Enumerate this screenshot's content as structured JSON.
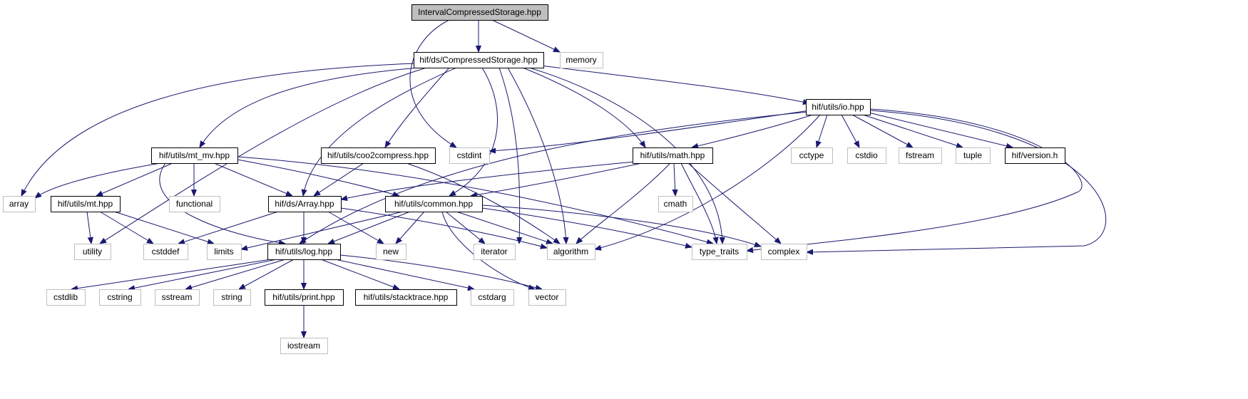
{
  "diagram": {
    "colors": {
      "edge": "#191970",
      "root_fill": "#bfbfbf",
      "root_border": "#000000",
      "internal_border": "#000000",
      "external_border": "#bfbfbf",
      "text": "#000000"
    },
    "nodes": {
      "ics": {
        "label": "IntervalCompressedStorage.hpp",
        "kind": "root"
      },
      "cs": {
        "label": "hif/ds/CompressedStorage.hpp",
        "kind": "internal"
      },
      "memory": {
        "label": "memory",
        "kind": "external"
      },
      "io": {
        "label": "hif/utils/io.hpp",
        "kind": "internal"
      },
      "mtmv": {
        "label": "hif/utils/mt_mv.hpp",
        "kind": "internal"
      },
      "coo2": {
        "label": "hif/utils/coo2compress.hpp",
        "kind": "internal"
      },
      "cstdint": {
        "label": "cstdint",
        "kind": "external"
      },
      "math": {
        "label": "hif/utils/math.hpp",
        "kind": "internal"
      },
      "cctype": {
        "label": "cctype",
        "kind": "external"
      },
      "cstdio": {
        "label": "cstdio",
        "kind": "external"
      },
      "fstream": {
        "label": "fstream",
        "kind": "external"
      },
      "tuple": {
        "label": "tuple",
        "kind": "external"
      },
      "version": {
        "label": "hif/version.h",
        "kind": "internal"
      },
      "array": {
        "label": "array",
        "kind": "external"
      },
      "functional": {
        "label": "functional",
        "kind": "external"
      },
      "mt": {
        "label": "hif/utils/mt.hpp",
        "kind": "internal"
      },
      "dsarray": {
        "label": "hif/ds/Array.hpp",
        "kind": "internal"
      },
      "common": {
        "label": "hif/utils/common.hpp",
        "kind": "internal"
      },
      "cmath": {
        "label": "cmath",
        "kind": "external"
      },
      "utility": {
        "label": "utility",
        "kind": "external"
      },
      "cstddef": {
        "label": "cstddef",
        "kind": "external"
      },
      "limits": {
        "label": "limits",
        "kind": "external"
      },
      "log": {
        "label": "hif/utils/log.hpp",
        "kind": "internal"
      },
      "new": {
        "label": "new",
        "kind": "external"
      },
      "iterator": {
        "label": "iterator",
        "kind": "external"
      },
      "algorithm": {
        "label": "algorithm",
        "kind": "external"
      },
      "typetraits": {
        "label": "type_traits",
        "kind": "external"
      },
      "complex": {
        "label": "complex",
        "kind": "external"
      },
      "cstdlib": {
        "label": "cstdlib",
        "kind": "external"
      },
      "cstring": {
        "label": "cstring",
        "kind": "external"
      },
      "sstream": {
        "label": "sstream",
        "kind": "external"
      },
      "string": {
        "label": "string",
        "kind": "external"
      },
      "print": {
        "label": "hif/utils/print.hpp",
        "kind": "internal"
      },
      "stacktrace": {
        "label": "hif/utils/stacktrace.hpp",
        "kind": "internal"
      },
      "cstdarg": {
        "label": "cstdarg",
        "kind": "external"
      },
      "vector": {
        "label": "vector",
        "kind": "external"
      },
      "iostream": {
        "label": "iostream",
        "kind": "external"
      }
    },
    "edges": [
      [
        "ics",
        "cs"
      ],
      [
        "ics",
        "memory"
      ],
      [
        "ics",
        "cstdint"
      ],
      [
        "cs",
        "io"
      ],
      [
        "cs",
        "mtmv"
      ],
      [
        "cs",
        "coo2"
      ],
      [
        "cs",
        "math"
      ],
      [
        "cs",
        "array"
      ],
      [
        "cs",
        "utility"
      ],
      [
        "cs",
        "dsarray"
      ],
      [
        "cs",
        "common"
      ],
      [
        "cs",
        "iterator"
      ],
      [
        "cs",
        "algorithm"
      ],
      [
        "cs",
        "typetraits"
      ],
      [
        "io",
        "cstdint"
      ],
      [
        "io",
        "math"
      ],
      [
        "io",
        "cctype"
      ],
      [
        "io",
        "cstdio"
      ],
      [
        "io",
        "fstream"
      ],
      [
        "io",
        "tuple"
      ],
      [
        "io",
        "version"
      ],
      [
        "io",
        "log"
      ],
      [
        "io",
        "algorithm"
      ],
      [
        "io",
        "typetraits"
      ],
      [
        "io",
        "complex"
      ],
      [
        "mtmv",
        "array"
      ],
      [
        "mtmv",
        "functional"
      ],
      [
        "mtmv",
        "mt"
      ],
      [
        "mtmv",
        "dsarray"
      ],
      [
        "mtmv",
        "common"
      ],
      [
        "mtmv",
        "log"
      ],
      [
        "mtmv",
        "typetraits"
      ],
      [
        "coo2",
        "dsarray"
      ],
      [
        "coo2",
        "algorithm"
      ],
      [
        "math",
        "dsarray"
      ],
      [
        "math",
        "common"
      ],
      [
        "math",
        "cmath"
      ],
      [
        "math",
        "algorithm"
      ],
      [
        "math",
        "typetraits"
      ],
      [
        "math",
        "complex"
      ],
      [
        "mt",
        "utility"
      ],
      [
        "mt",
        "cstddef"
      ],
      [
        "mt",
        "limits"
      ],
      [
        "dsarray",
        "cstddef"
      ],
      [
        "dsarray",
        "log"
      ],
      [
        "dsarray",
        "new"
      ],
      [
        "dsarray",
        "algorithm"
      ],
      [
        "common",
        "limits"
      ],
      [
        "common",
        "log"
      ],
      [
        "common",
        "new"
      ],
      [
        "common",
        "iterator"
      ],
      [
        "common",
        "algorithm"
      ],
      [
        "common",
        "typetraits"
      ],
      [
        "common",
        "complex"
      ],
      [
        "common",
        "vector"
      ],
      [
        "log",
        "cstdlib"
      ],
      [
        "log",
        "cstring"
      ],
      [
        "log",
        "sstream"
      ],
      [
        "log",
        "string"
      ],
      [
        "log",
        "print"
      ],
      [
        "log",
        "stacktrace"
      ],
      [
        "log",
        "cstdarg"
      ],
      [
        "log",
        "vector"
      ],
      [
        "print",
        "iostream"
      ]
    ]
  }
}
